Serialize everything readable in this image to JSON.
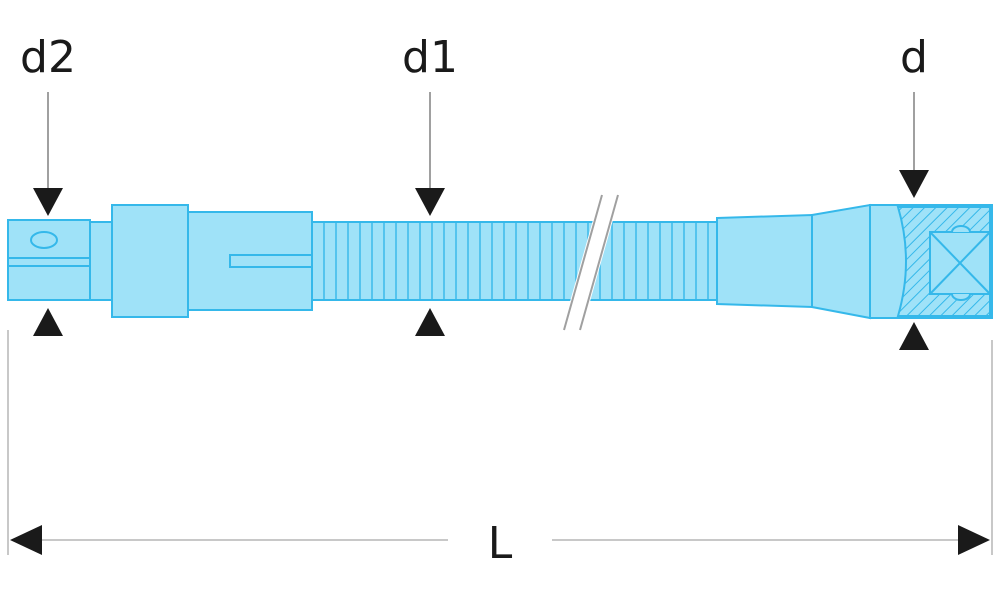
{
  "labels": {
    "d2": "d2",
    "d1": "d1",
    "d": "d",
    "L": "L"
  },
  "colors": {
    "body_fill": "#9fe2f8",
    "outline": "#35b8ea",
    "ink": "#1a1a1a",
    "extension_line": "#c8c8c8"
  }
}
